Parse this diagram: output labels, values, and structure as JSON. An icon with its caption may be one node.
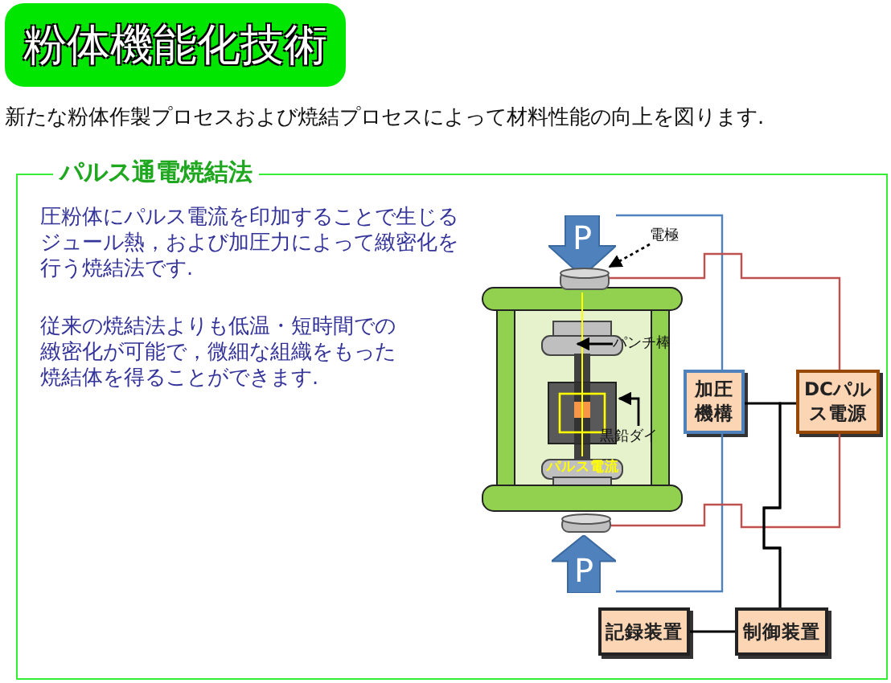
{
  "diagram": {
    "title": "粉体機能化技術",
    "nodes": [
      {
        "text": [
          "パルス通電焼結法"
        ]
      },
      {
        "text": [
          "P"
        ],
        "in": 0
      },
      {
        "text": [
          "P"
        ],
        "in": 0
      },
      {
        "text": [],
        "shape": "picture",
        "in": 0
      },
      {
        "text": [
          "加圧機構"
        ],
        "in": 0
      },
      {
        "text": [
          "DCパルス電源"
        ],
        "in": 0
      },
      {
        "text": [
          "記録装置"
        ],
        "in": 0
      },
      {
        "text": [
          "制御装置"
        ],
        "in": 0
      },
      {
        "text": [
          "電極"
        ],
        "in": 0
      },
      {
        "text": [
          "パンチ棒"
        ],
        "in": 3
      },
      {
        "text": [
          "黒鉛ダイ"
        ],
        "in": 3
      },
      {
        "text": [],
        "shape": "cylinder",
        "in": 0
      },
      {
        "text": [],
        "shape": "cylinder",
        "in": 0
      }
    ],
    "edges": [
      {
        "from": 1,
        "to": 4,
        "arrow": "none",
        "color": "#4f81bd"
      },
      {
        "from": 2,
        "to": 4,
        "arrow": "none",
        "color": "#4f81bd"
      },
      {
        "from": 11,
        "to": 5,
        "arrow": "none",
        "color": "#c0504d"
      },
      {
        "from": 12,
        "to": 5,
        "arrow": "none",
        "color": "#c0504d"
      },
      {
        "from": 7,
        "to": 4,
        "arrow": "none"
      },
      {
        "from": 7,
        "to": 5,
        "arrow": "none"
      },
      {
        "from": 6,
        "to": 7,
        "arrow": "none"
      },
      {
        "from": 8,
        "to": 11,
        "arrow": "to",
        "style": "dashed"
      },
      {
        "from": 9,
        "to": null,
        "arrow": "to"
      },
      {
        "from": 10,
        "to": null,
        "arrow": "to"
      }
    ],
    "labels": [
      "新たな粉体作製プロセスおよび焼結プロセスによって材料性能の向上を図ります.",
      "圧粉体にパルス電流を印加することで生じるジュール熱，および加圧力によって緻密化を行う焼結法です.",
      "従来の焼結法よりも低温・短時間での緻密化が可能で，微細な組織をもった焼結体を得ることができます.",
      "パルス電流"
    ]
  }
}
